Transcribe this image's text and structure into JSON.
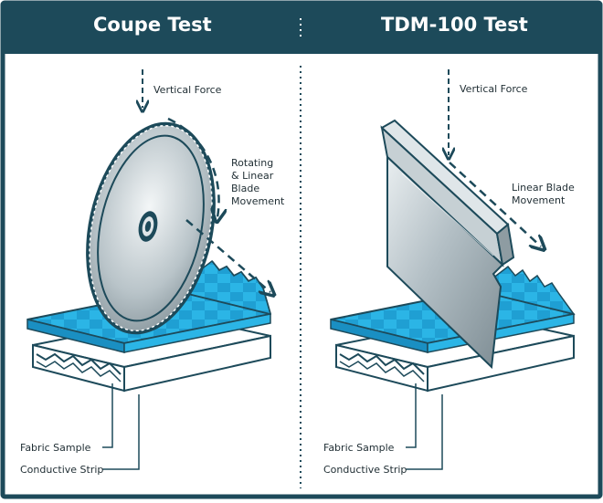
{
  "colors": {
    "header": "#1d4a5a",
    "border": "#1d4a5a",
    "fabric": "#29b3e3",
    "fabric_dark": "#1a8fc2",
    "blade": "#b5c1c7",
    "arrow": "#1d4a5a"
  },
  "left_panel": {
    "title": "Coupe Test",
    "force_label": "Vertical Force",
    "movement_label_lines": [
      "Rotating",
      "& Linear",
      "Blade",
      "Movement"
    ],
    "fabric_label": "Fabric Sample",
    "strip_label": "Conductive Strip"
  },
  "right_panel": {
    "title": "TDM-100 Test",
    "force_label": "Vertical Force",
    "movement_label_lines": [
      "Linear Blade",
      "Movement"
    ],
    "fabric_label": "Fabric Sample",
    "strip_label": "Conductive Strip"
  },
  "icons": {
    "force_arrow": "down-arrow-icon",
    "movement_arrow": "dashed-arrow-icon",
    "separator": "dotted-divider"
  }
}
